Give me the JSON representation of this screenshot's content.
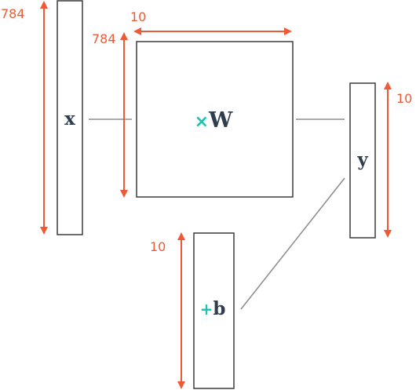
{
  "diagram": {
    "x_vector": {
      "label": "x",
      "dim_label": "784"
    },
    "w_matrix": {
      "label": "W",
      "op_symbol": "×",
      "rows_label": "784",
      "cols_label": "10"
    },
    "y_vector": {
      "label": "y",
      "dim_label": "10"
    },
    "b_vector": {
      "label": "b",
      "op_symbol": "+",
      "dim_label": "10"
    }
  },
  "colors": {
    "dimension": "#ee5a37",
    "operator": "#1cc3b2",
    "variable": "#2f3d4c",
    "box_stroke": "#3c3c3c",
    "connector": "#8f8f8f"
  }
}
